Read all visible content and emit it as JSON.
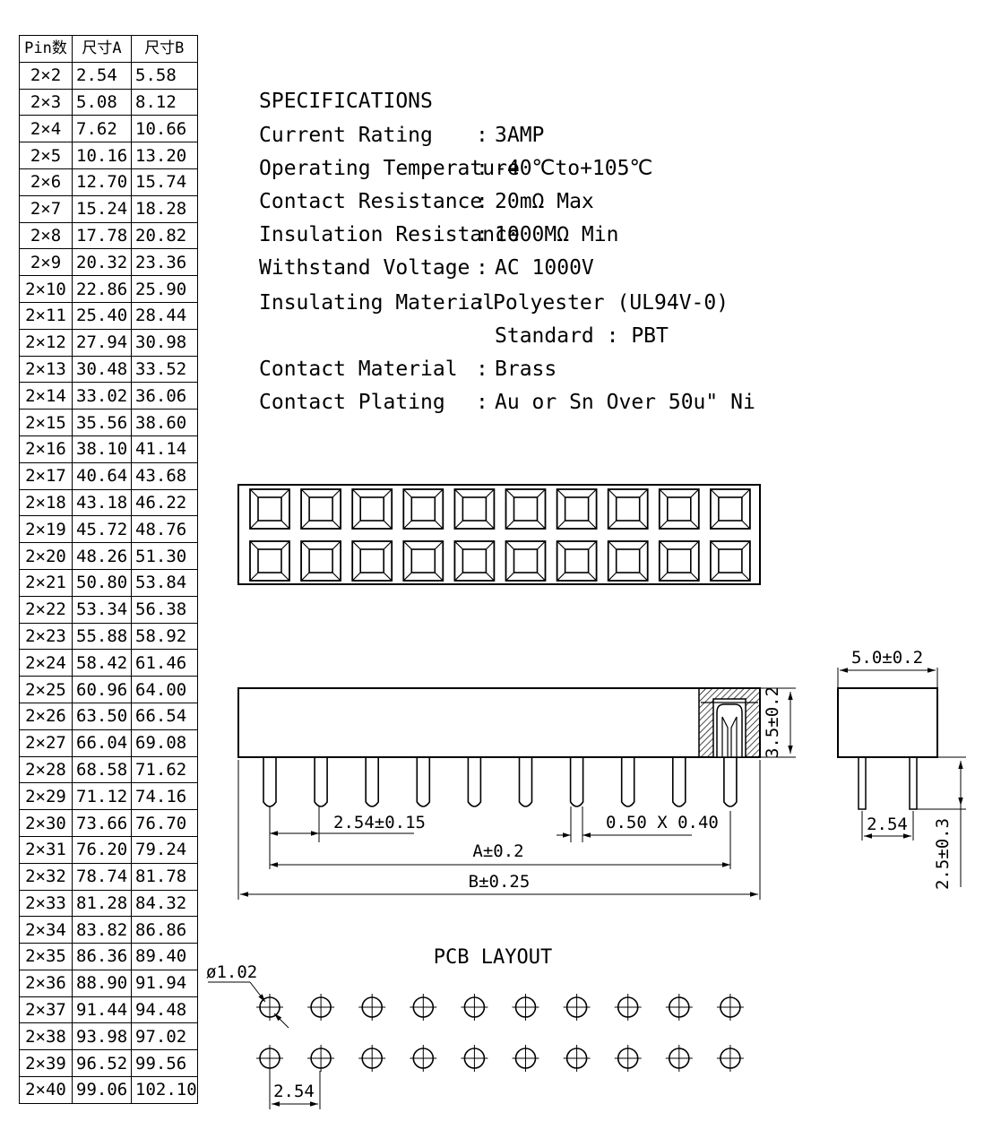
{
  "table": {
    "headers": [
      "Pin数",
      "尺寸A",
      "尺寸B"
    ],
    "rows": [
      [
        "2×2",
        "2.54",
        "5.58"
      ],
      [
        "2×3",
        "5.08",
        "8.12"
      ],
      [
        "2×4",
        "7.62",
        "10.66"
      ],
      [
        "2×5",
        "10.16",
        "13.20"
      ],
      [
        "2×6",
        "12.70",
        "15.74"
      ],
      [
        "2×7",
        "15.24",
        "18.28"
      ],
      [
        "2×8",
        "17.78",
        "20.82"
      ],
      [
        "2×9",
        "20.32",
        "23.36"
      ],
      [
        "2×10",
        "22.86",
        "25.90"
      ],
      [
        "2×11",
        "25.40",
        "28.44"
      ],
      [
        "2×12",
        "27.94",
        "30.98"
      ],
      [
        "2×13",
        "30.48",
        "33.52"
      ],
      [
        "2×14",
        "33.02",
        "36.06"
      ],
      [
        "2×15",
        "35.56",
        "38.60"
      ],
      [
        "2×16",
        "38.10",
        "41.14"
      ],
      [
        "2×17",
        "40.64",
        "43.68"
      ],
      [
        "2×18",
        "43.18",
        "46.22"
      ],
      [
        "2×19",
        "45.72",
        "48.76"
      ],
      [
        "2×20",
        "48.26",
        "51.30"
      ],
      [
        "2×21",
        "50.80",
        "53.84"
      ],
      [
        "2×22",
        "53.34",
        "56.38"
      ],
      [
        "2×23",
        "55.88",
        "58.92"
      ],
      [
        "2×24",
        "58.42",
        "61.46"
      ],
      [
        "2×25",
        "60.96",
        "64.00"
      ],
      [
        "2×26",
        "63.50",
        "66.54"
      ],
      [
        "2×27",
        "66.04",
        "69.08"
      ],
      [
        "2×28",
        "68.58",
        "71.62"
      ],
      [
        "2×29",
        "71.12",
        "74.16"
      ],
      [
        "2×30",
        "73.66",
        "76.70"
      ],
      [
        "2×31",
        "76.20",
        "79.24"
      ],
      [
        "2×32",
        "78.74",
        "81.78"
      ],
      [
        "2×33",
        "81.28",
        "84.32"
      ],
      [
        "2×34",
        "83.82",
        "86.86"
      ],
      [
        "2×35",
        "86.36",
        "89.40"
      ],
      [
        "2×36",
        "88.90",
        "91.94"
      ],
      [
        "2×37",
        "91.44",
        "94.48"
      ],
      [
        "2×38",
        "93.98",
        "97.02"
      ],
      [
        "2×39",
        "96.52",
        "99.56"
      ],
      [
        "2×40",
        "99.06",
        "102.10"
      ]
    ]
  },
  "specifications": {
    "title": "SPECIFICATIONS",
    "items": [
      {
        "label": "Current Rating",
        "colon": ":",
        "value": "3AMP"
      },
      {
        "label": "Operating Temperature",
        "colon": ":",
        "value": "-40℃to+105℃"
      },
      {
        "label": "Contact Resistance",
        "colon": ":",
        "value": "20mΩ Max"
      },
      {
        "label": "Insulation Resistance",
        "colon": ":",
        "value": "1000MΩ Min"
      },
      {
        "label": "Withstand Voltage",
        "colon": ":",
        "value": "AC 1000V"
      },
      {
        "label": "Insulating Material",
        "colon": ":",
        "value": "Polyester (UL94V-0)"
      },
      {
        "label": "",
        "colon": "",
        "value": "Standard : PBT"
      },
      {
        "label": "Contact Material",
        "colon": ":",
        "value": "Brass"
      },
      {
        "label": "Contact Plating",
        "colon": ":",
        "value": "Au or Sn Over 50u\" Ni"
      }
    ]
  },
  "front_view": {
    "pin_rows": 2,
    "pin_columns": 10,
    "dim_pitch": "2.54±0.15",
    "dim_pin": "0.50 X 0.40",
    "dim_a": "A±0.2",
    "dim_b": "B±0.25",
    "dim_height": "3.5±0.2"
  },
  "side_view": {
    "dim_width": "5.0±0.2",
    "dim_pitch": "2.54",
    "dim_pin_length": "2.5±0.3"
  },
  "pcb_layout": {
    "title": "PCB LAYOUT",
    "hole_diameter": "ø1.02",
    "pitch": "2.54",
    "rows": 2,
    "columns": 10
  },
  "colors": {
    "line": "#000000",
    "background": "#ffffff"
  }
}
